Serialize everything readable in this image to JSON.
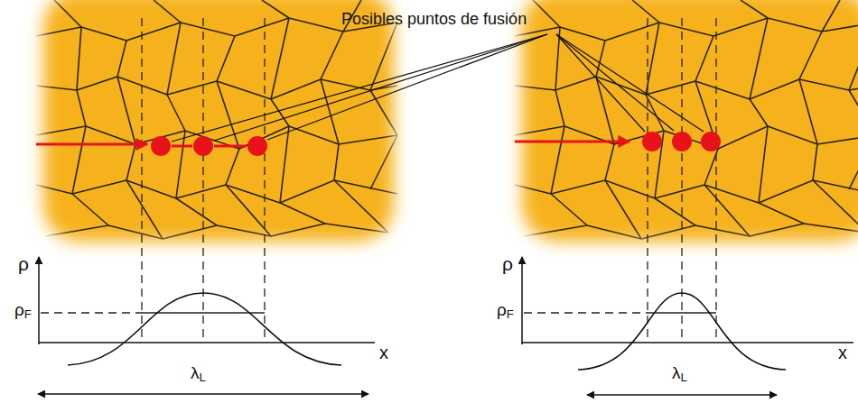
{
  "diagram": {
    "labels": [
      "Posibles puntos de fusión",
      "ρ",
      "ρF",
      "x",
      "λL",
      "ρ",
      "ρF",
      "x",
      "λL"
    ]
  }
}
